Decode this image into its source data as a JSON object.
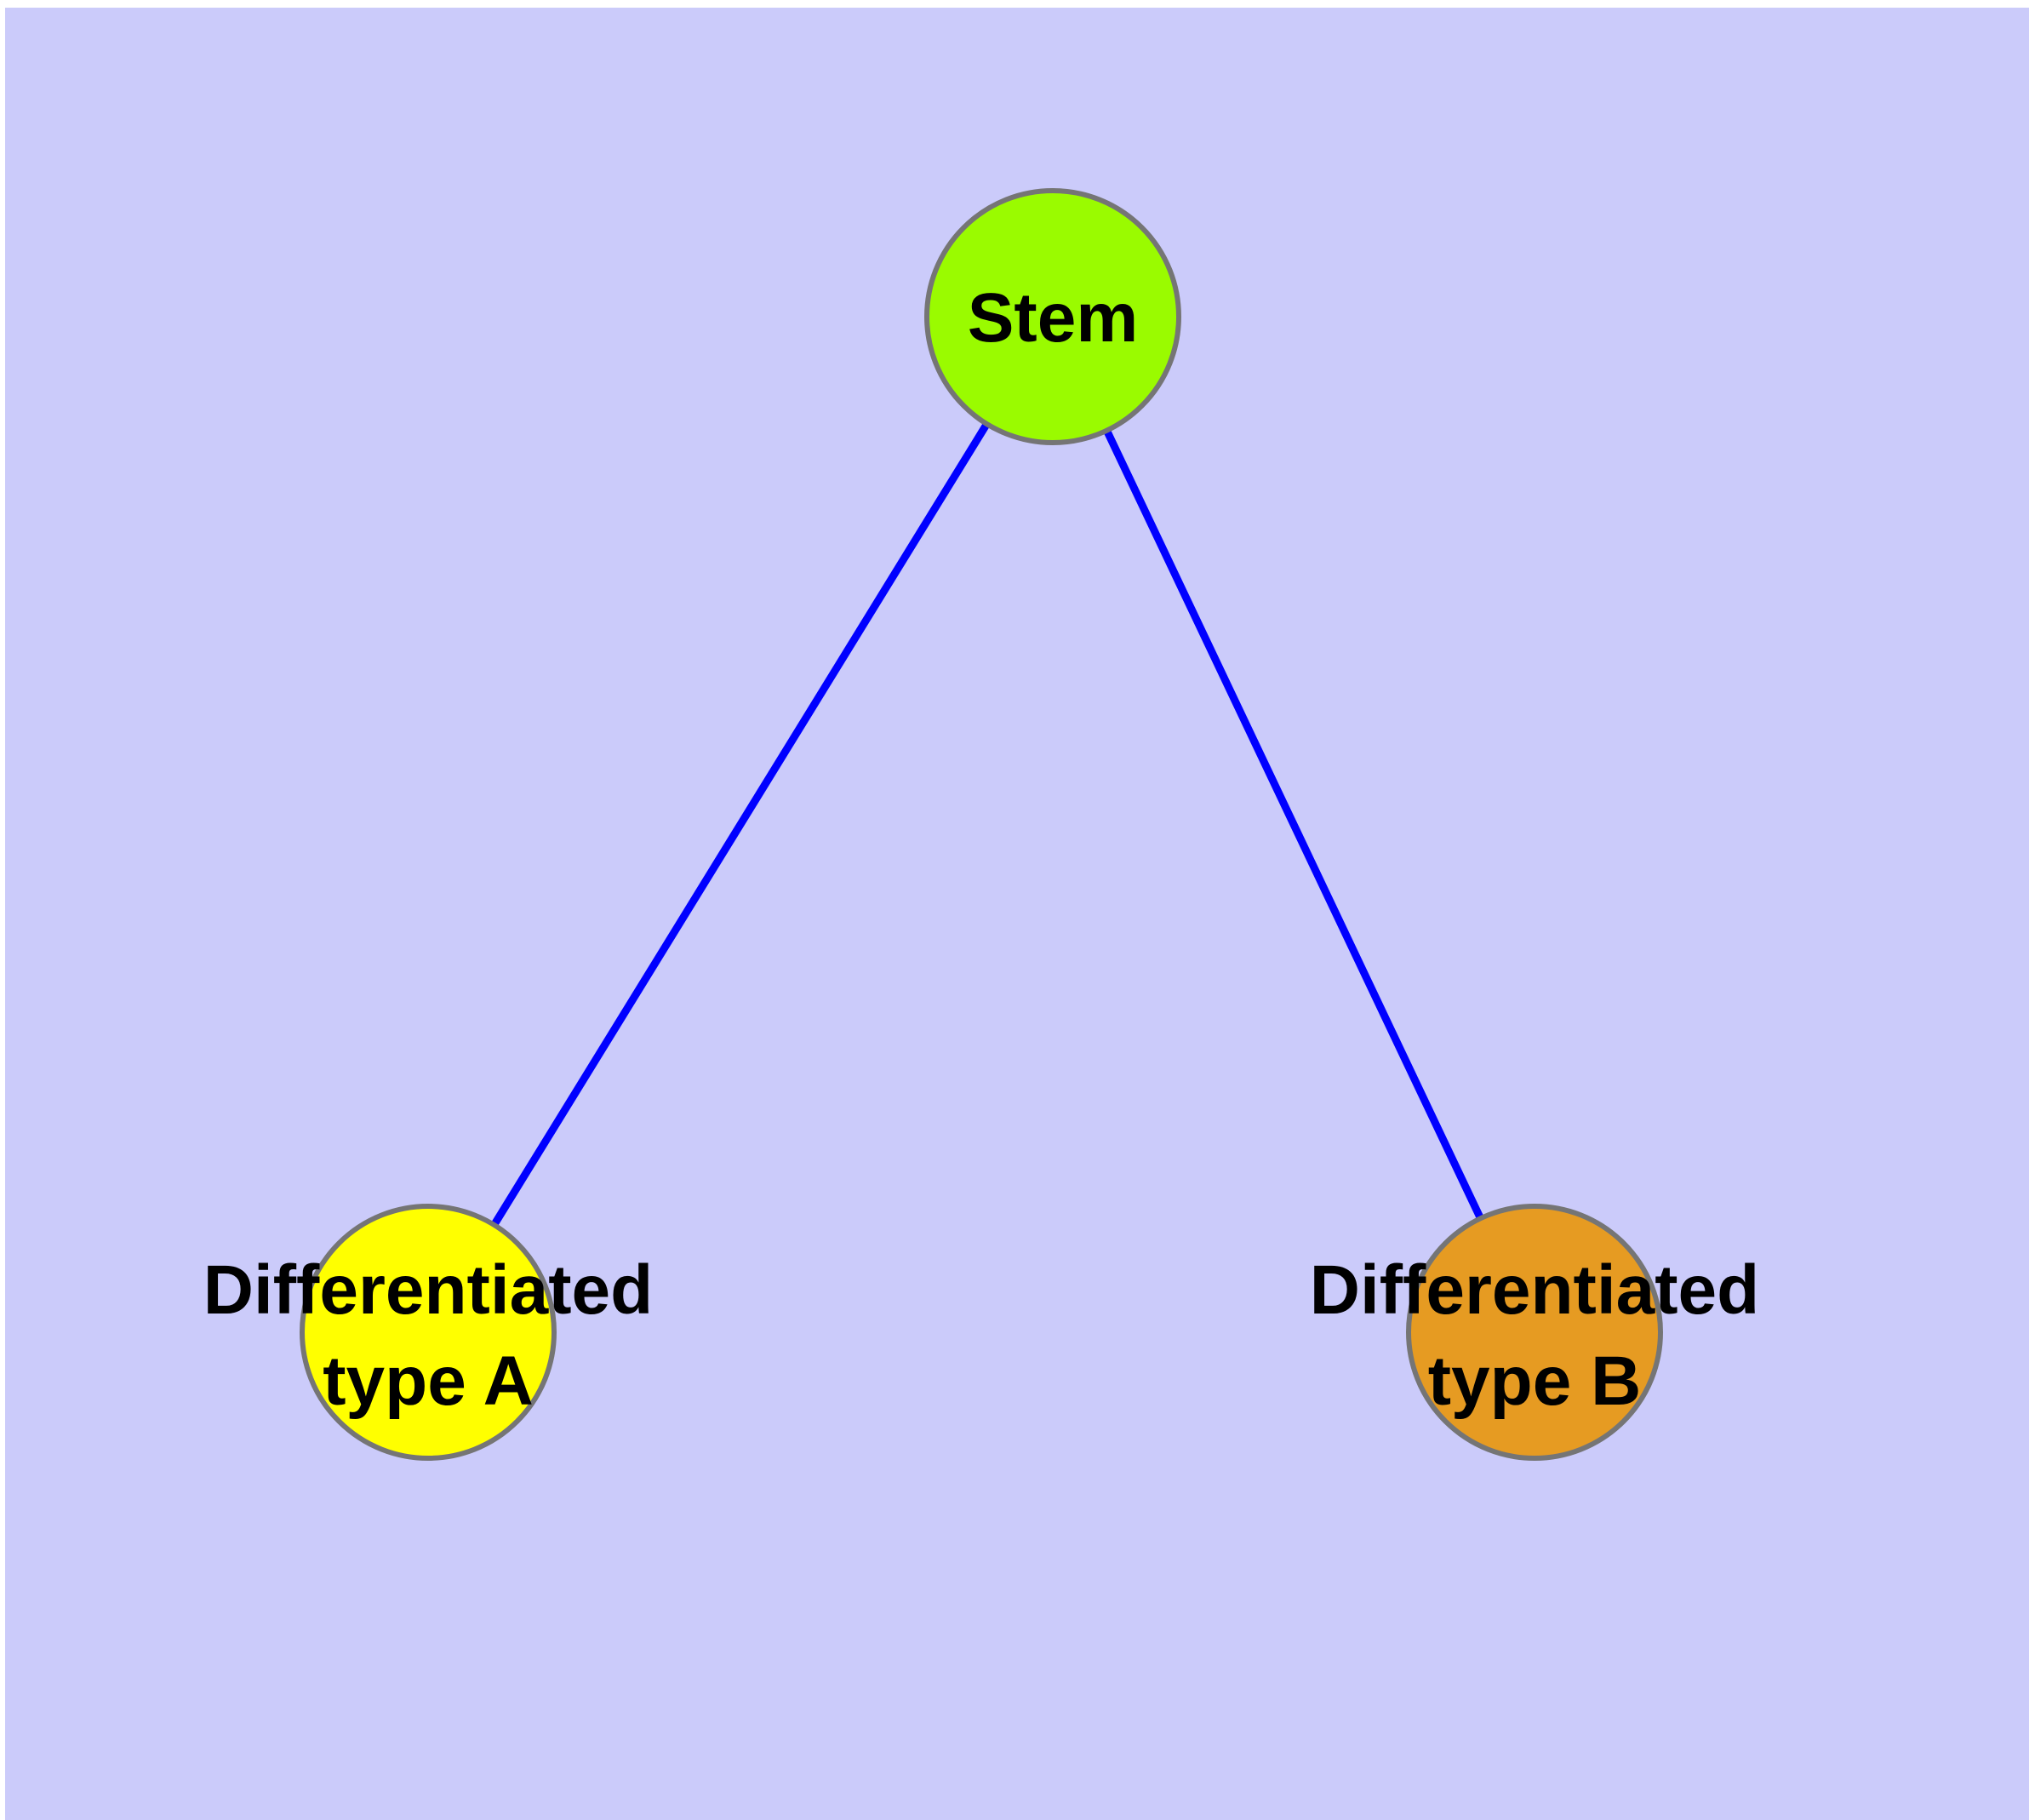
{
  "diagram": {
    "type": "node-link-graph",
    "background_color": "#CBCBFA",
    "page_margin_color": "#FFFFFF",
    "edge_color": "#0000FF",
    "node_border_color": "#757575",
    "text_color": "#000000",
    "nodes": {
      "stem": {
        "label": "Stem",
        "fill": "#9AFB00"
      },
      "type_a": {
        "label": "Differentiated type A",
        "line1": "Differentiated",
        "line2": "type A",
        "fill": "#FFFF00"
      },
      "type_b": {
        "label": "Differentiated type B",
        "line1": "Differentiated",
        "line2": "type B",
        "fill": "#E69B22"
      }
    },
    "edges": [
      {
        "from": "Stem",
        "to": "Differentiated type A"
      },
      {
        "from": "Stem",
        "to": "Differentiated type B"
      }
    ]
  }
}
